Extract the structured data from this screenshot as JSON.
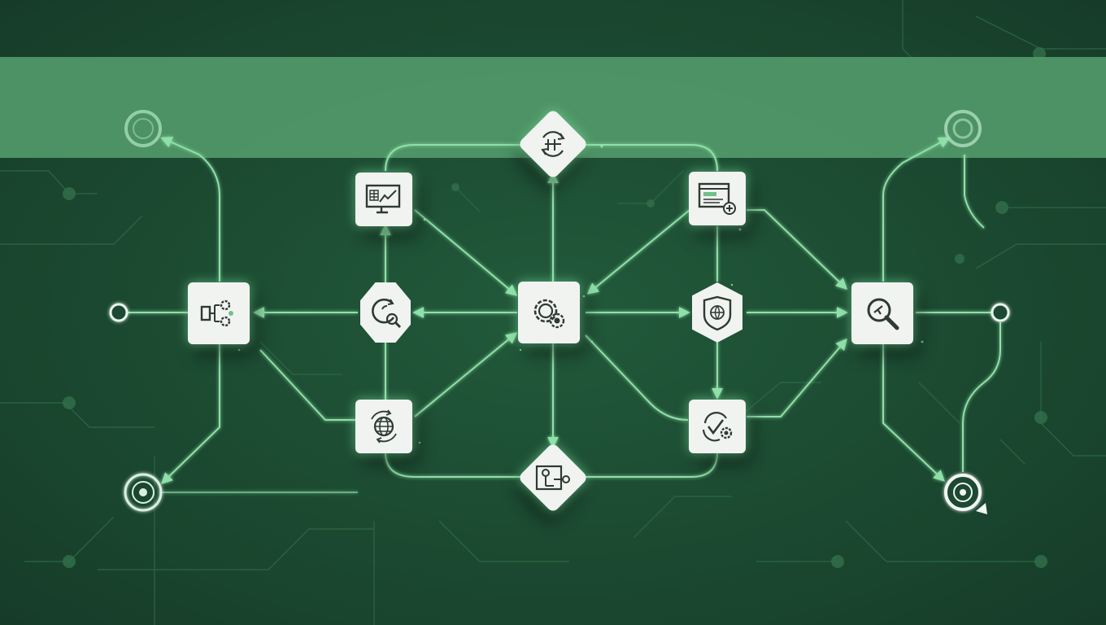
{
  "diagram": {
    "colors": {
      "background": "#1c4a31",
      "band": "#4c9464",
      "line": "#8fe0a8",
      "node_fill": "#f1f3f1",
      "icon": "#2e3a33"
    },
    "nodes": [
      {
        "id": "process-start",
        "shape": "square",
        "icon": "process-gears-icon"
      },
      {
        "id": "analytics-monitor",
        "shape": "square",
        "icon": "monitor-chart-icon"
      },
      {
        "id": "search-refresh",
        "shape": "octagon",
        "icon": "refresh-magnifier-icon"
      },
      {
        "id": "global-sync",
        "shape": "square",
        "icon": "globe-cycle-icon"
      },
      {
        "id": "top-decision",
        "shape": "diamond",
        "icon": "cycle-arrows-icon"
      },
      {
        "id": "central-hub",
        "shape": "square",
        "icon": "gears-icon"
      },
      {
        "id": "bottom-decision",
        "shape": "diamond",
        "icon": "timeline-icon"
      },
      {
        "id": "web-panel",
        "shape": "square",
        "icon": "browser-add-icon"
      },
      {
        "id": "shield-globe",
        "shape": "hexagon",
        "icon": "shield-globe-icon"
      },
      {
        "id": "validation",
        "shape": "square",
        "icon": "check-gear-icon"
      },
      {
        "id": "inspect",
        "shape": "square",
        "icon": "magnifier-icon"
      }
    ],
    "terminals": [
      "left-start-terminal",
      "right-end-terminal",
      "top-left-terminal",
      "bottom-left-terminal",
      "top-right-terminal",
      "bottom-right-terminal"
    ]
  }
}
